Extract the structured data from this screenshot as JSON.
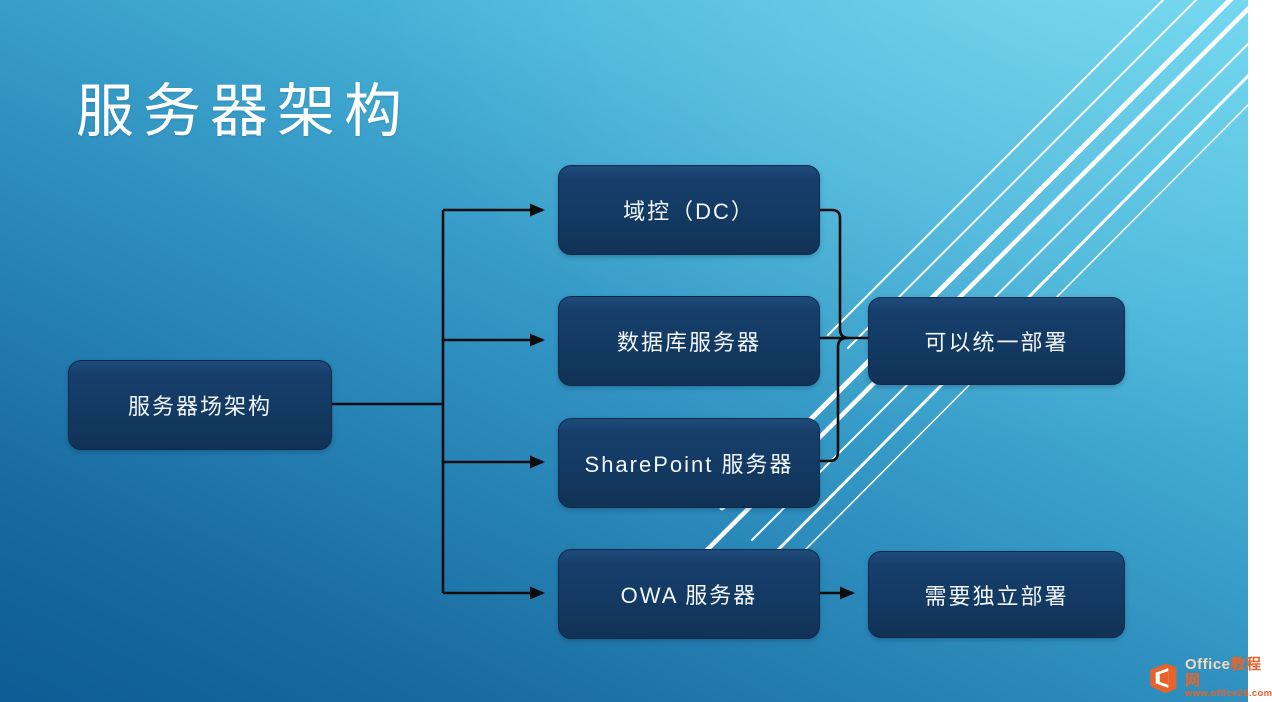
{
  "slide": {
    "title": "服务器架构"
  },
  "diagram": {
    "nodes": [
      {
        "id": "farm",
        "label": "服务器场架构"
      },
      {
        "id": "dc",
        "label": "域控（DC）"
      },
      {
        "id": "db",
        "label": "数据库服务器"
      },
      {
        "id": "sharepoint",
        "label": "SharePoint 服务器"
      },
      {
        "id": "owa",
        "label": "OWA 服务器"
      },
      {
        "id": "unified",
        "label": "可以统一部署"
      },
      {
        "id": "independent",
        "label": "需要独立部署"
      }
    ],
    "edges": [
      {
        "from": "farm",
        "to": "dc",
        "arrow": true
      },
      {
        "from": "farm",
        "to": "db",
        "arrow": true
      },
      {
        "from": "farm",
        "to": "sharepoint",
        "arrow": true
      },
      {
        "from": "farm",
        "to": "owa",
        "arrow": true
      },
      {
        "from": "dc",
        "to": "unified",
        "arrow": false
      },
      {
        "from": "db",
        "to": "unified",
        "arrow": false
      },
      {
        "from": "sharepoint",
        "to": "unified",
        "arrow": false
      },
      {
        "from": "owa",
        "to": "independent",
        "arrow": true
      }
    ]
  },
  "watermark": {
    "brand_en": "Office",
    "brand_cn": "教程网",
    "url": "www.office26.com"
  },
  "colors": {
    "background_top": "#5ed2ed",
    "background_bottom": "#0e5c95",
    "node_fill": "#133a63",
    "node_text": "#f2f6fa",
    "connector": "#0d0d0d",
    "accent_stripes": "#ffffff",
    "watermark_orange": "#e8632a"
  }
}
